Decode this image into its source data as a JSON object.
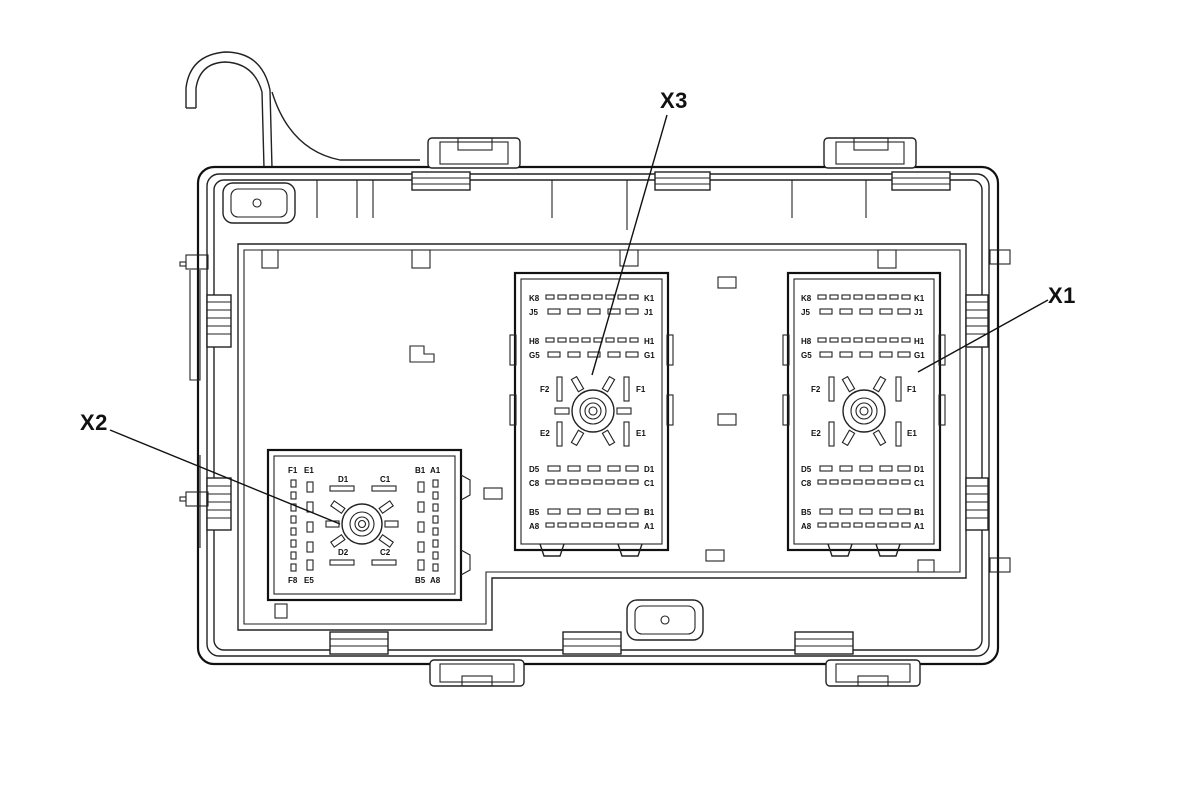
{
  "callouts": {
    "x1": "X1",
    "x2": "X2",
    "x3": "X3"
  },
  "x3_labels": {
    "k8": "K8",
    "k1": "K1",
    "j5": "J5",
    "j1": "J1",
    "h8": "H8",
    "h1": "H1",
    "g5": "G5",
    "g1": "G1",
    "f2": "F2",
    "f1": "F1",
    "e2": "E2",
    "e1": "E1",
    "d5": "D5",
    "d1": "D1",
    "c8": "C8",
    "c1": "C1",
    "b5": "B5",
    "b1": "B1",
    "a8": "A8",
    "a1": "A1"
  },
  "x1_labels": {
    "k8": "K8",
    "k1": "K1",
    "j5": "J5",
    "j1": "J1",
    "h8": "H8",
    "h1": "H1",
    "g5": "G5",
    "g1": "G1",
    "f2": "F2",
    "f1": "F1",
    "e2": "E2",
    "e1": "E1",
    "d5": "D5",
    "d1": "D1",
    "c8": "C8",
    "c1": "C1",
    "b5": "B5",
    "b1": "B1",
    "a8": "A8",
    "a1": "A1"
  },
  "x2_labels": {
    "f1": "F1",
    "e1": "E1",
    "d1": "D1",
    "c1": "C1",
    "b1": "B1",
    "a1": "A1",
    "d2": "D2",
    "c2": "C2",
    "f8": "F8",
    "e5": "E5",
    "b5": "B5",
    "a8": "A8"
  }
}
